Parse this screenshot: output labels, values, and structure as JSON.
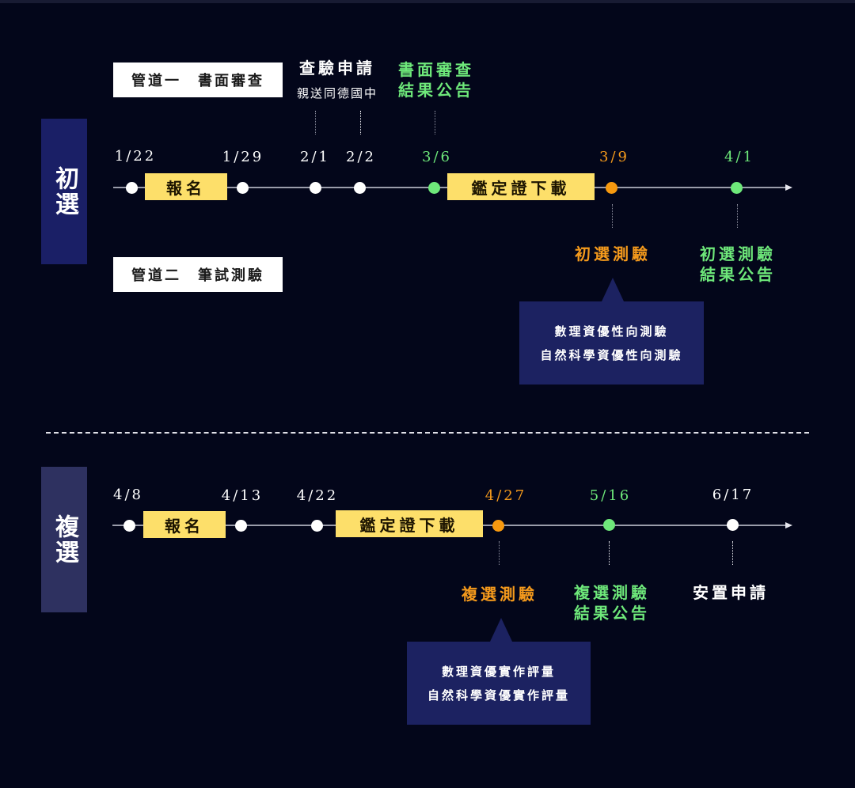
{
  "colors": {
    "background": "#03061a",
    "stage1_box": "#1a1f66",
    "stage2_box": "#2e3160",
    "highlight_yellow": "#fddf6a",
    "green": "#6ee87a",
    "orange": "#f7990f",
    "callout_bg": "#1c2261"
  },
  "stage1": {
    "title": "初選",
    "channel1": "管道一　書面審查",
    "channel2": "管道二　筆試測驗",
    "dates": {
      "d1": "1/22",
      "d2": "1/29",
      "d3": "2/1",
      "d4": "2/2",
      "d5": "3/6",
      "d6": "3/9",
      "d7": "4/1"
    },
    "registration": "報名",
    "certificate_download": "鑑定證下載",
    "review_request": "查驗申請",
    "review_request_sub": "親送同德國中",
    "paper_review_result": [
      "書面審查",
      "結果公告"
    ],
    "exam": "初選測驗",
    "exam_result": [
      "初選測驗",
      "結果公告"
    ],
    "exam_subjects": [
      "數理資優性向測驗",
      "自然科學資優性向測驗"
    ]
  },
  "stage2": {
    "title": "複選",
    "dates": {
      "d1": "4/8",
      "d2": "4/13",
      "d3": "4/22",
      "d4": "4/27",
      "d5": "5/16",
      "d6": "6/17"
    },
    "registration": "報名",
    "certificate_download": "鑑定證下載",
    "exam": "複選測驗",
    "exam_result": [
      "複選測驗",
      "結果公告"
    ],
    "placement": "安置申請",
    "exam_subjects": [
      "數理資優實作評量",
      "自然科學資優實作評量"
    ]
  }
}
